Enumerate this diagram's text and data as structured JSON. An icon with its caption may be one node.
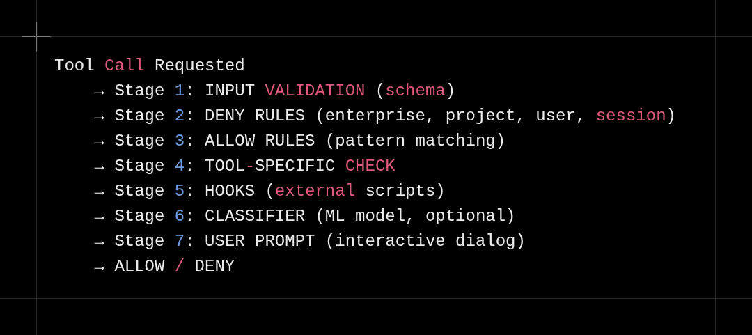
{
  "diagram": {
    "labels": [
      "Tool Call Requested",
      "→ Stage 1: INPUT VALIDATION (schema)",
      "→ Stage 2: DENY RULES (enterprise, project, user, session)",
      "→ Stage 3: ALLOW RULES (pattern matching)",
      "→ Stage 4: TOOL-SPECIFIC CHECK",
      "→ Stage 5: HOOKS (external scripts)",
      "→ Stage 6: CLASSIFIER (ML model, optional)",
      "→ Stage 7: USER PROMPT (interactive dialog)",
      "→ ALLOW / DENY"
    ]
  }
}
